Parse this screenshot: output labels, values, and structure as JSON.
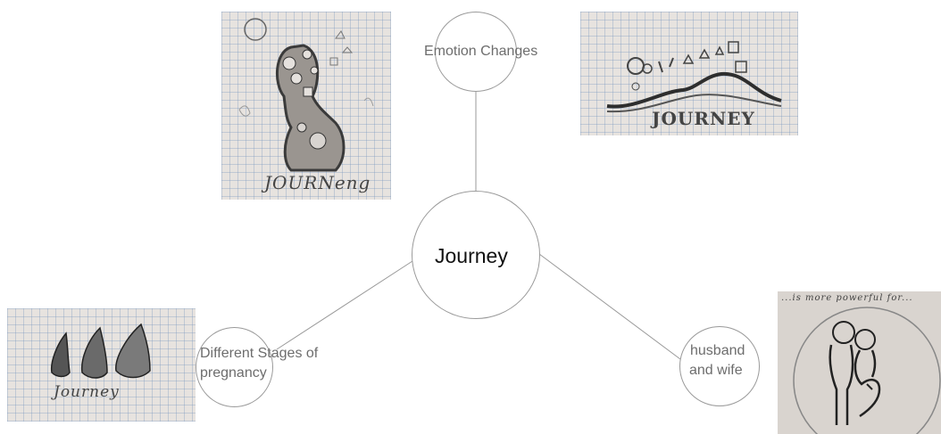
{
  "center": {
    "label": "Journey"
  },
  "nodes": [
    {
      "id": "emotion",
      "label": "Emotion Changes"
    },
    {
      "id": "stages",
      "label_line1": "Different Stages of",
      "label_line2": "pregnancy"
    },
    {
      "id": "couple",
      "label_line1": "husband",
      "label_line2": "and wife"
    }
  ],
  "sketches": {
    "body": {
      "caption": "JOURNeng"
    },
    "landscape": {
      "caption": "JOURNEY"
    },
    "drops": {
      "caption": "Journey"
    },
    "couple": {
      "caption": "...is more powerful for..."
    }
  }
}
